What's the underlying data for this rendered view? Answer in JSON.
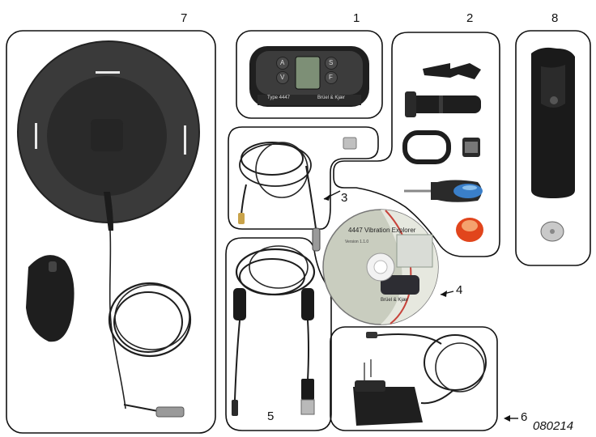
{
  "labels": {
    "n7": "7",
    "n1": "1",
    "n2": "2",
    "n8": "8",
    "n3": "3",
    "n4": "4",
    "n5": "5",
    "n6": "6"
  },
  "figure_number": "080214",
  "device": {
    "buttons": [
      "A",
      "V",
      "S",
      "F"
    ],
    "brand": "Brüel & Kjær",
    "type_label": "Type 4447"
  },
  "cd": {
    "title": "4447 Vibration Explorer",
    "version": "Version 1.1.0",
    "brand": "Brüel & Kjær"
  }
}
